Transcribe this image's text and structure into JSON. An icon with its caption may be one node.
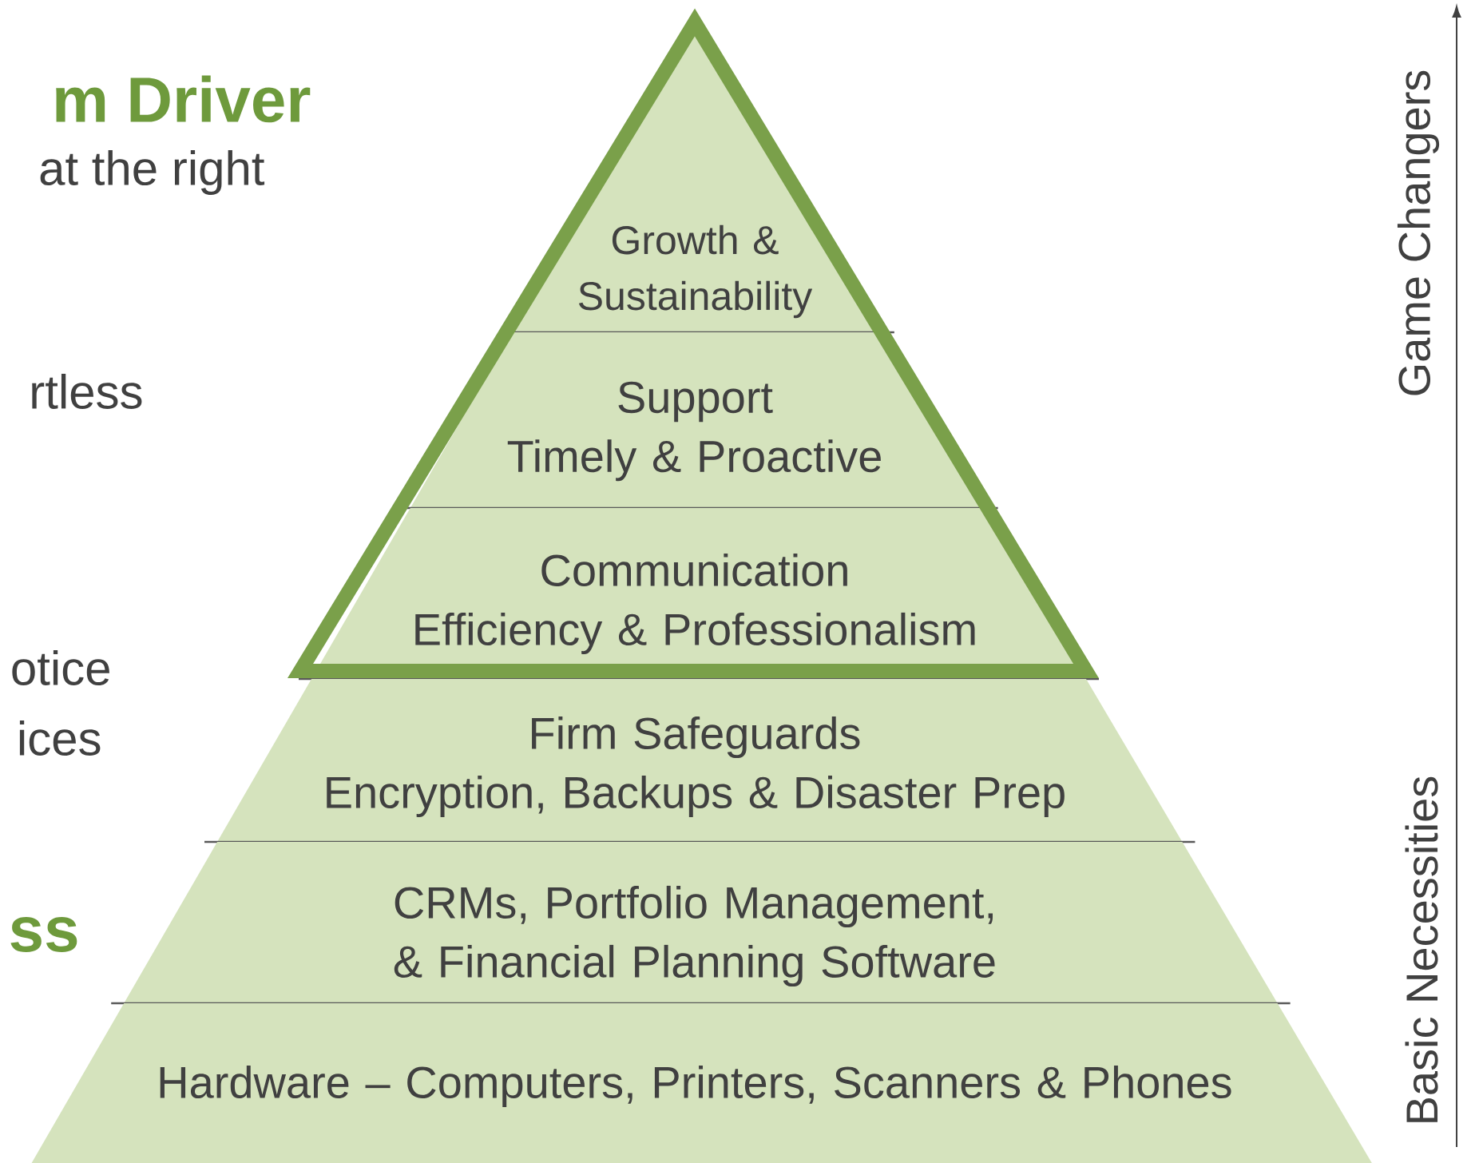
{
  "diagram": {
    "nodes": [
      {
        "text": [
          "Growth & Sustainability"
        ]
      },
      {
        "text": [
          "Support",
          "Timely & Proactive"
        ]
      },
      {
        "text": [
          "Communication",
          "Efficiency & Professionalism"
        ]
      },
      {
        "text": [
          "Firm Safeguards",
          "Encryption, Backups & Disaster Prep"
        ]
      },
      {
        "text": [
          "CRMs, Portfolio Management, & Financial Planning Software"
        ]
      },
      {
        "text": [
          "Hardware – Computers, Printers, Scanners & Phones"
        ]
      }
    ],
    "labels": [
      "m Driver",
      "at the right",
      "rtless",
      "otice",
      "ices",
      "ss",
      "Game Changers",
      "Basic Necessities"
    ]
  }
}
